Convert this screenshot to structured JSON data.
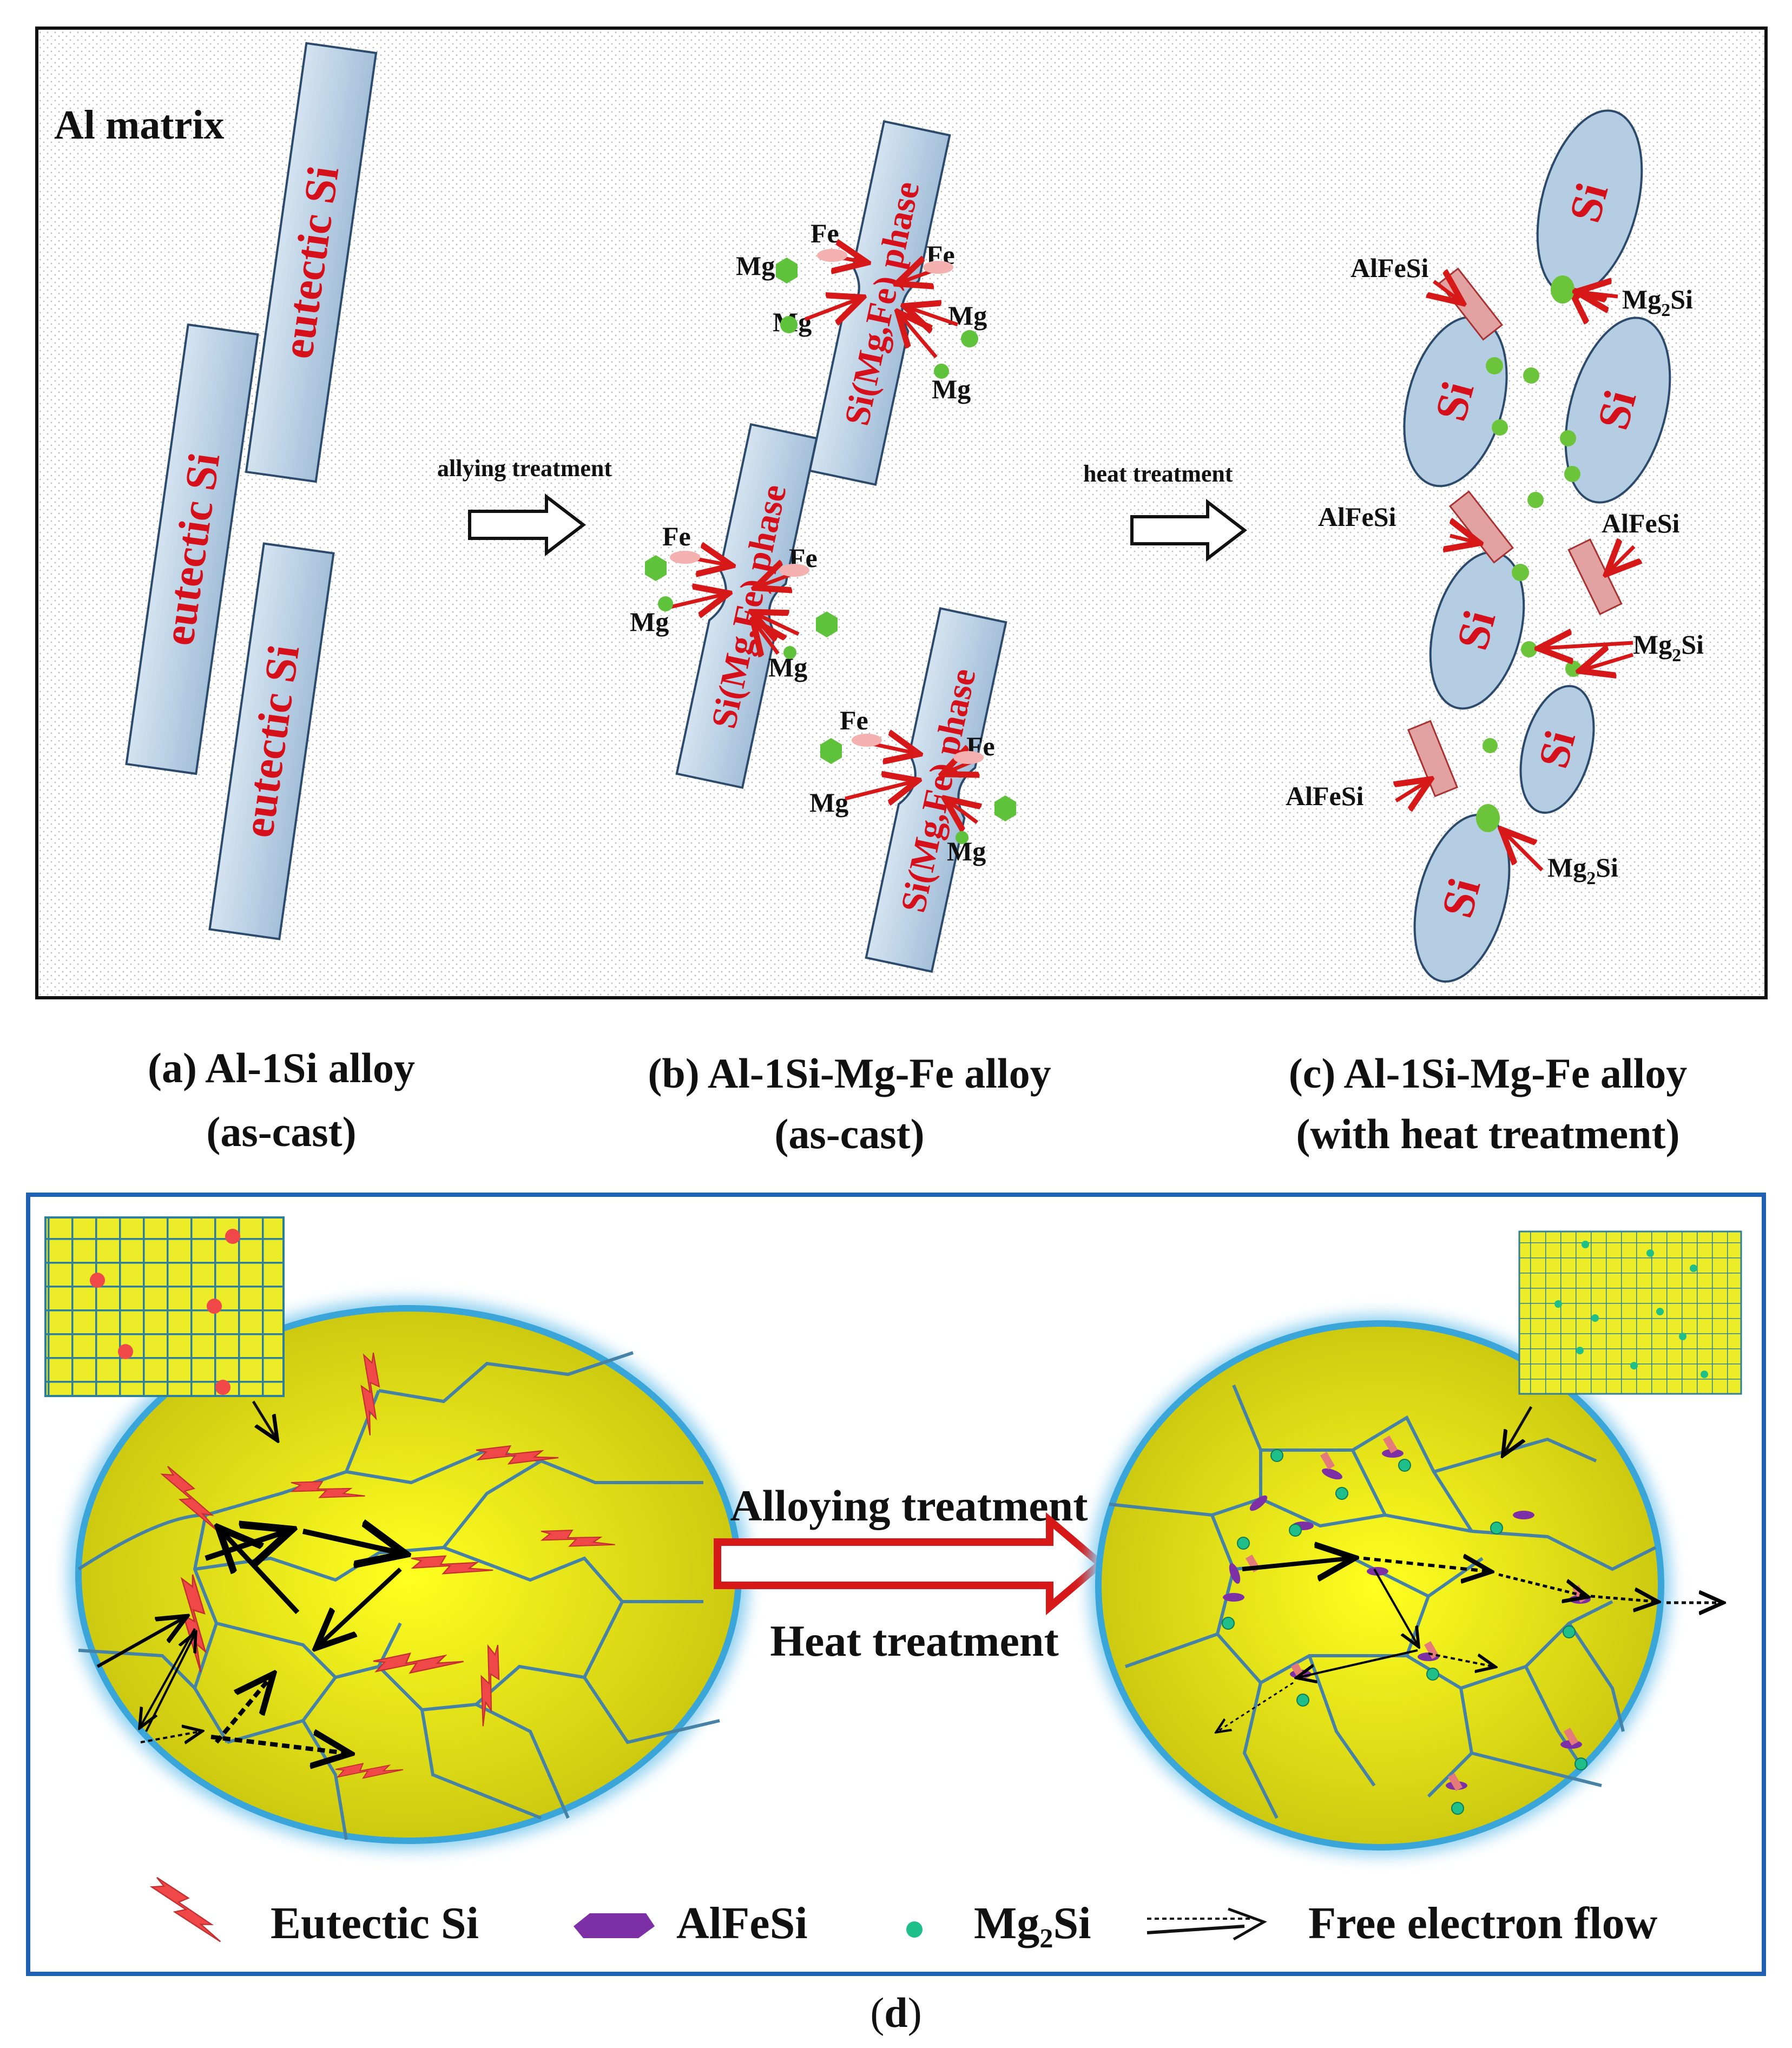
{
  "panel_top": {
    "matrix_label": "Al matrix",
    "eutectic_si": "eutectic Si",
    "arrow_1_label": "allying treatment",
    "arrow_2_label": "heat treatment",
    "phase_label": "Si(Mg,Fe) phase",
    "fe": "Fe",
    "mg": "Mg",
    "si": "Si",
    "alfesi": "AlFeSi",
    "mg2si_main": "Mg",
    "mg2si_sub": "2",
    "mg2si_tail": "Si"
  },
  "captions": {
    "a_line1": "(a) Al-1Si alloy",
    "a_line2": "(as-cast)",
    "b_line1": "(b) Al-1Si-Mg-Fe alloy",
    "b_line2": "(as-cast)",
    "c_line1": "(c) Al-1Si-Mg-Fe alloy",
    "c_line2": "(with heat treatment)"
  },
  "panel_bottom": {
    "arrow_top_label": "Alloying treatment",
    "arrow_bottom_label": "Heat treatment",
    "legend": {
      "eutectic_si": "Eutectic Si",
      "alfesi": "AlFeSi",
      "mg2si": "Mg₂Si",
      "free_electron_flow": "Free electron flow"
    },
    "caption_open": "(",
    "caption_letter": "d",
    "caption_close": ")"
  },
  "colors": {
    "bar_fill": "#b4cde3",
    "bar_stroke": "#2c4a6b",
    "red_text": "#d6101a",
    "arrow_red": "#d61818",
    "mg_green": "#5ec23a",
    "grain_yellow": "#ffff1e",
    "grain_border": "#4682a6",
    "frame_blue": "#1f5fb4",
    "alfesi_pink": "#e3a2a2",
    "alfesi_purple": "#7d30a5",
    "mg2si_teal": "#1fbf8a",
    "lightning_red": "#f04848"
  }
}
